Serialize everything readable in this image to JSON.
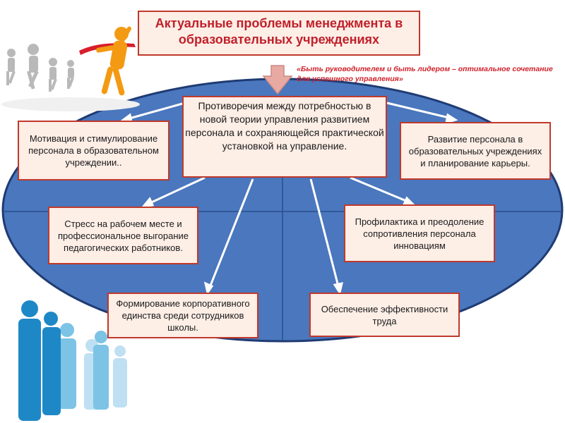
{
  "title": "Актуальные проблемы менеджмента в образовательных учреждениях",
  "quote": "«Быть руководителем и быть лидером – оптимальное сочетание для успешного управления»",
  "center": "Противоречия между потребностью в новой теории управления развитием персонала и сохраняющейся практической установкой на управление.",
  "boxes": {
    "motivation": "Мотивация и стимулирование персонала в образовательном учреждении..",
    "development": "Развитие персонала в образовательных учреждениях и планирование карьеры.",
    "stress": "Стресс на рабочем месте и профессиональное выгорание педагогических работников.",
    "prevention": "Профилактика и преодоление сопротивления персонала инновациям",
    "corporate": "Формирование корпоративного единства среди сотрудников школы.",
    "efficiency": "Обеспечение эффективности труда"
  },
  "colors": {
    "ellipse": "#4a77bd",
    "ellipse_border": "#1f3b73",
    "box_fill": "#fdeee6",
    "box_border": "#c0392b",
    "title_text": "#c0202a",
    "arrow_down": "#e8a9a3"
  }
}
